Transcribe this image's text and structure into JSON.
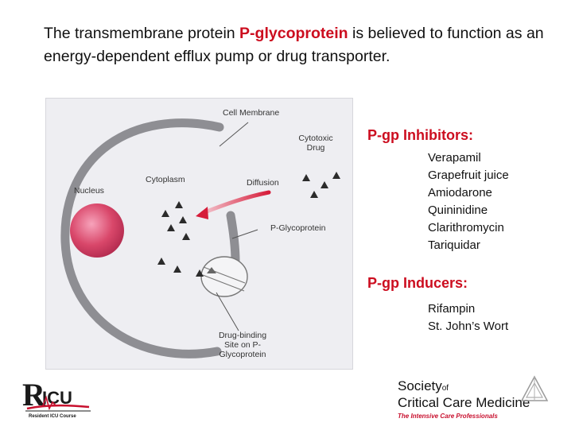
{
  "intro": {
    "before": "The transmembrane protein ",
    "highlight": "P-glycoprotein",
    "after": " is believed to function as an energy-dependent efflux pump or drug transporter."
  },
  "figure_labels": {
    "cell_membrane": "Cell Membrane",
    "cytotoxic_drug": "Cytotoxic Drug",
    "nucleus": "Nucleus",
    "cytoplasm": "Cytoplasm",
    "diffusion": "Diffusion",
    "p_glycoprotein": "P-Glycoprotein",
    "binding_site": "Drug-binding Site on P-Glycoprotein"
  },
  "inhibitors": {
    "heading": "P-gp Inhibitors:",
    "items": [
      "Verapamil",
      "Grapefruit juice",
      "Amiodarone",
      "Quininidine",
      "Clarithromycin",
      "Tariquidar"
    ]
  },
  "inducers": {
    "heading": "P-gp Inducers:",
    "items": [
      "Rifampin",
      "St. John’s Wort"
    ]
  },
  "logos": {
    "ricu_caption": "Resident ICU Course",
    "sccm_society": "Society",
    "sccm_of": "of",
    "sccm_name": "Critical Care Medicine",
    "sccm_tagline": "The Intensive Care Professionals"
  },
  "colors": {
    "accent_red": "#cc0d1f",
    "nucleus": "#d9476a",
    "membrane": "#8e8e93"
  }
}
